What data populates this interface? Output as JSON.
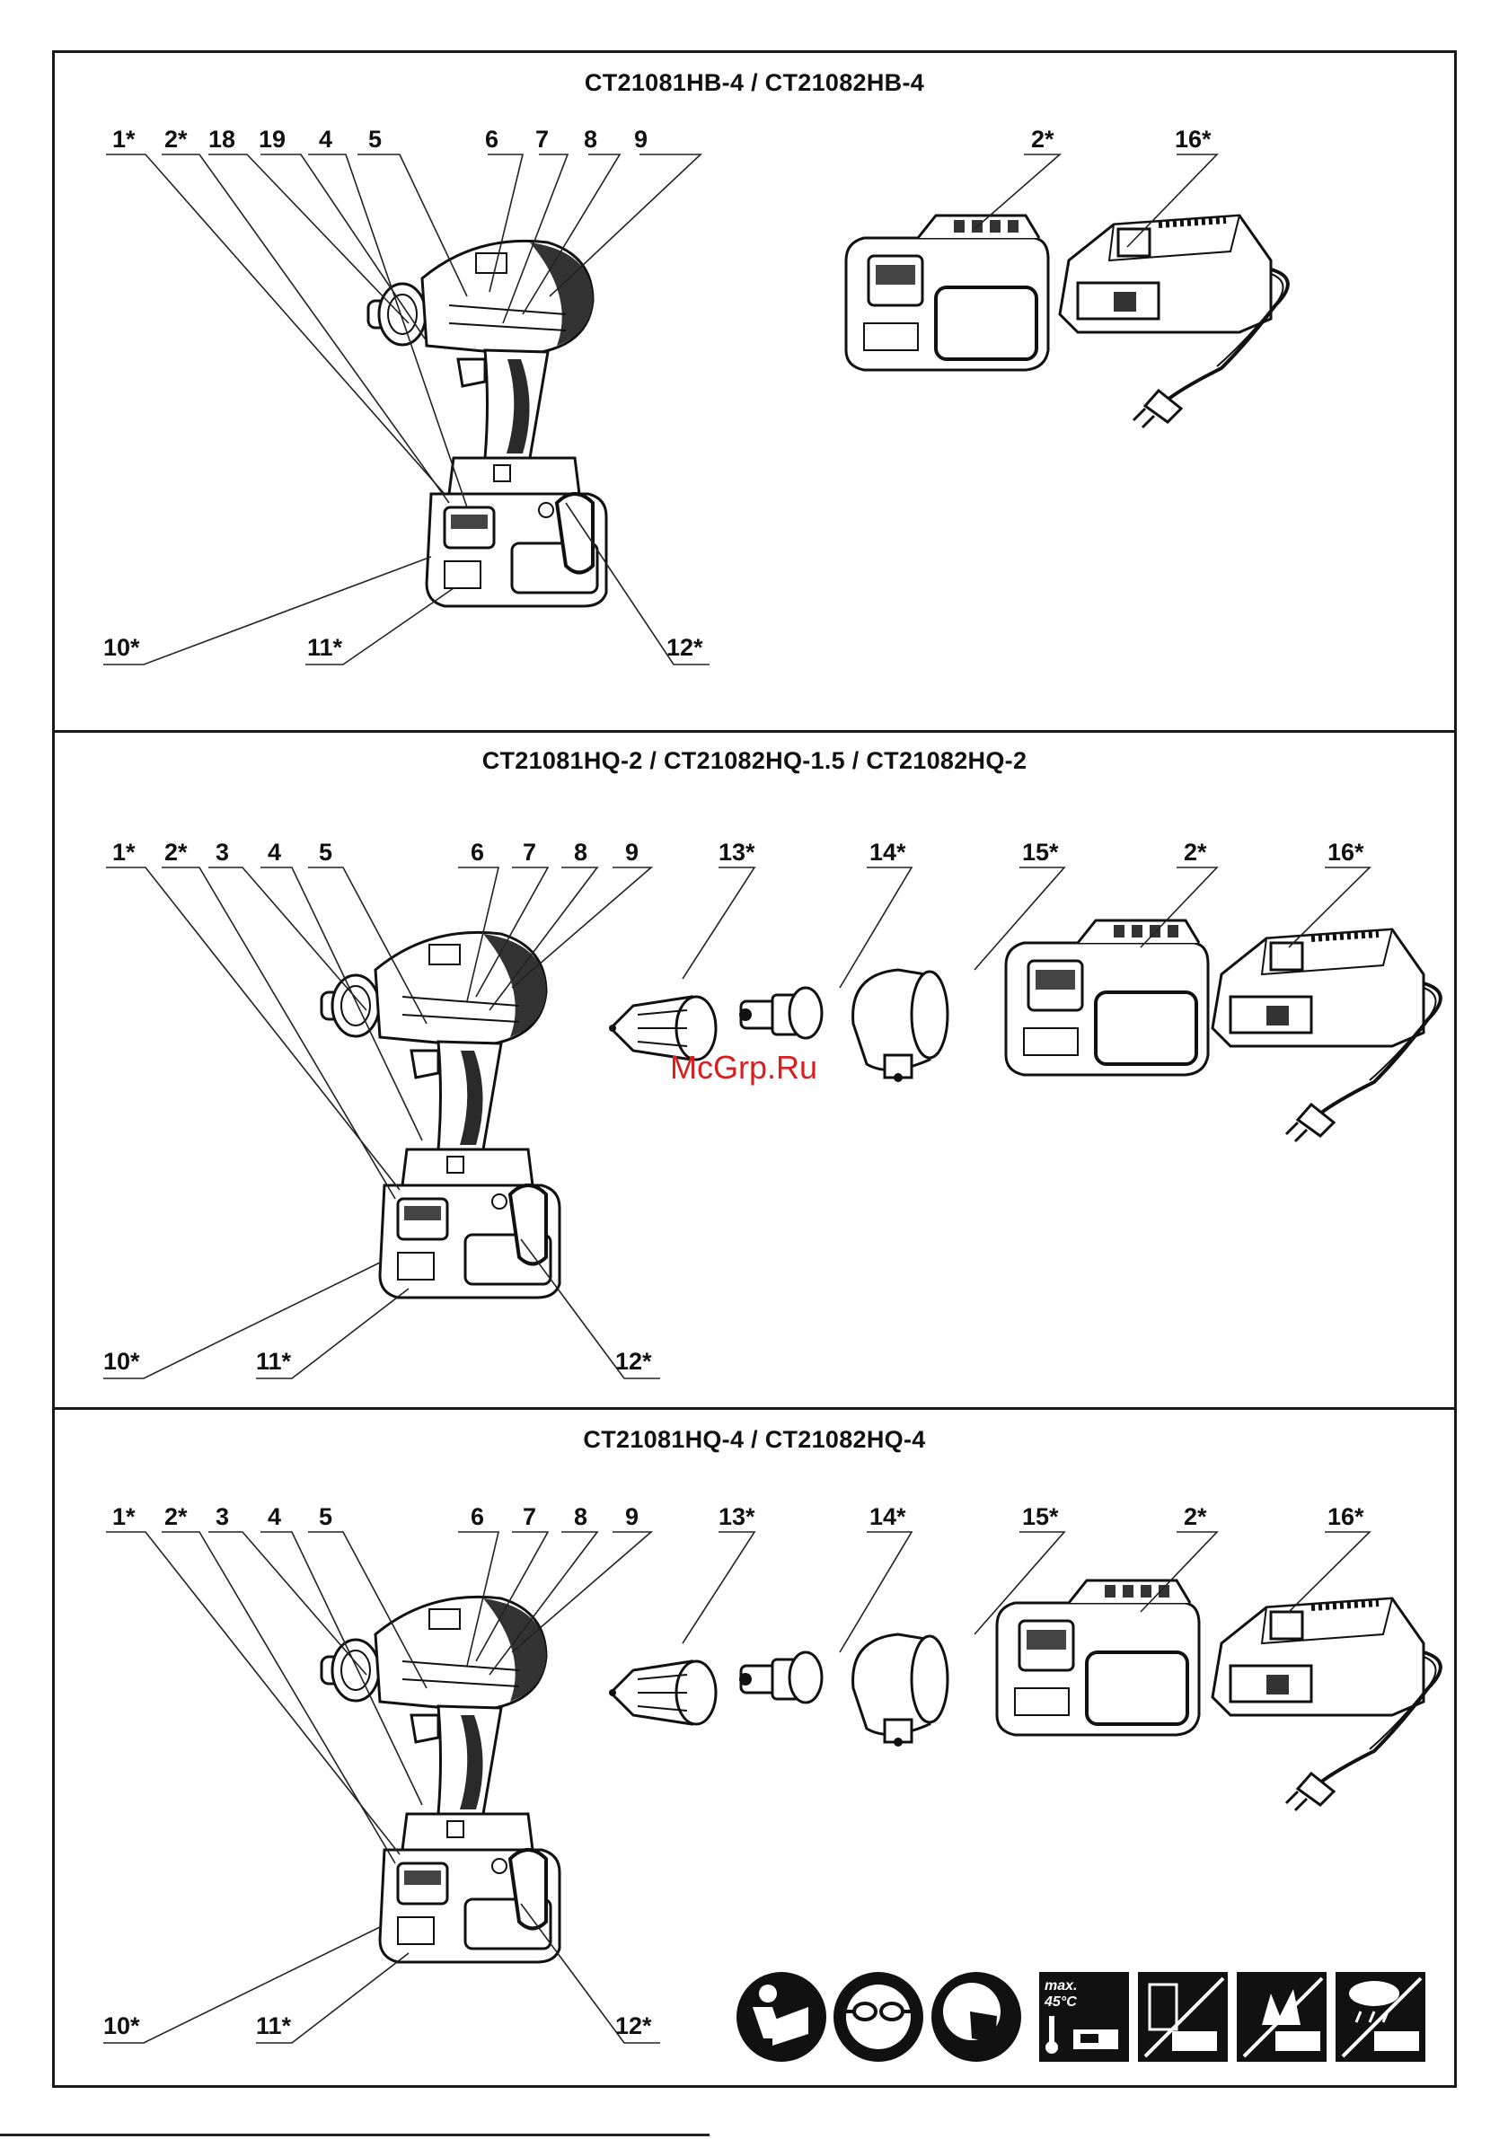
{
  "panels": [
    {
      "title": "CT21081HB-4 / CT21082HB-4",
      "labels": [
        "1*",
        "2*",
        "18",
        "19",
        "4",
        "5",
        "6",
        "7",
        "8",
        "9",
        "10*",
        "11*",
        "12*",
        "2*",
        "16*"
      ]
    },
    {
      "title": "CT21081HQ-2 / CT21082HQ-1.5 / CT21082HQ-2",
      "labels": [
        "1*",
        "2*",
        "3",
        "4",
        "5",
        "6",
        "7",
        "8",
        "9",
        "13*",
        "14*",
        "15*",
        "2*",
        "16*",
        "10*",
        "11*",
        "12*"
      ]
    },
    {
      "title": "CT21081HQ-4 / CT21082HQ-4",
      "labels": [
        "1*",
        "2*",
        "3",
        "4",
        "5",
        "6",
        "7",
        "8",
        "9",
        "13*",
        "14*",
        "15*",
        "2*",
        "16*",
        "10*",
        "11*",
        "12*"
      ]
    }
  ],
  "watermark": "McGrp.Ru",
  "safety_icons": {
    "items": [
      "read-manual-icon",
      "safety-goggles-icon",
      "dust-mask-icon",
      "max-temperature-icon",
      "no-water-icon",
      "no-fire-icon",
      "no-rain-icon"
    ],
    "max_temp_text_1": "max.",
    "max_temp_text_2": "45°C"
  }
}
